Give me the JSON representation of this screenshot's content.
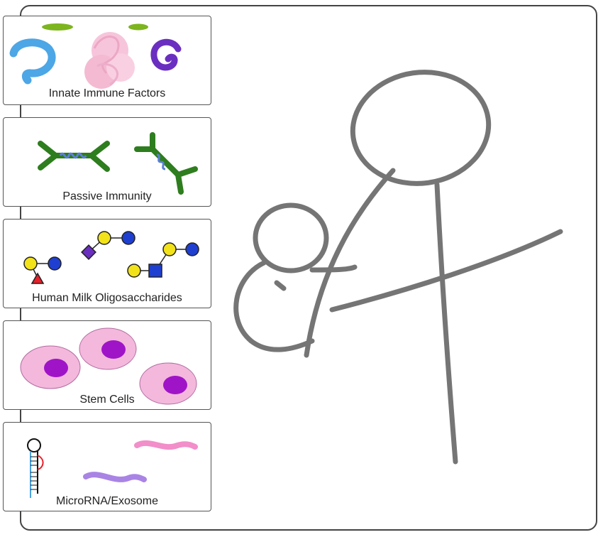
{
  "panels": [
    {
      "label": "Innate Immune Factors"
    },
    {
      "label": "Passive Immunity"
    },
    {
      "label": "Human Milk Oligosaccharides"
    },
    {
      "label": "Stem Cells"
    },
    {
      "label": "MicroRNA/Exosome"
    }
  ],
  "colors": {
    "antibody": "#2e7d1e",
    "antigen": "#5b7fd6",
    "glucose": "#1f3fd0",
    "galactose": "#f2e21a",
    "fucose": "#e8202a",
    "sialic_acid": "#6a2fc0",
    "cell": "#f3b8dc",
    "nucleus": "#a014c8",
    "sketch": "#757575"
  },
  "icons": [
    "lactoferrin-blue-icon",
    "lysozyme-pink-icon",
    "protein-purple-icon",
    "antibody-icon",
    "glycan-icon",
    "stem-cell-icon",
    "microrna-hairpin-icon",
    "exosome-strand-icon"
  ]
}
